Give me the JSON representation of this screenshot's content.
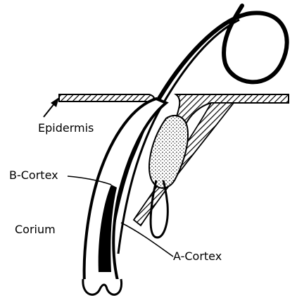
{
  "labels": {
    "epidermis": "Epidermis",
    "b_cortex": "B-Cortex",
    "corium": "Corium",
    "a_cortex": "A-Cortex"
  },
  "colors": {
    "ink": "#000000",
    "paper": "#ffffff"
  }
}
